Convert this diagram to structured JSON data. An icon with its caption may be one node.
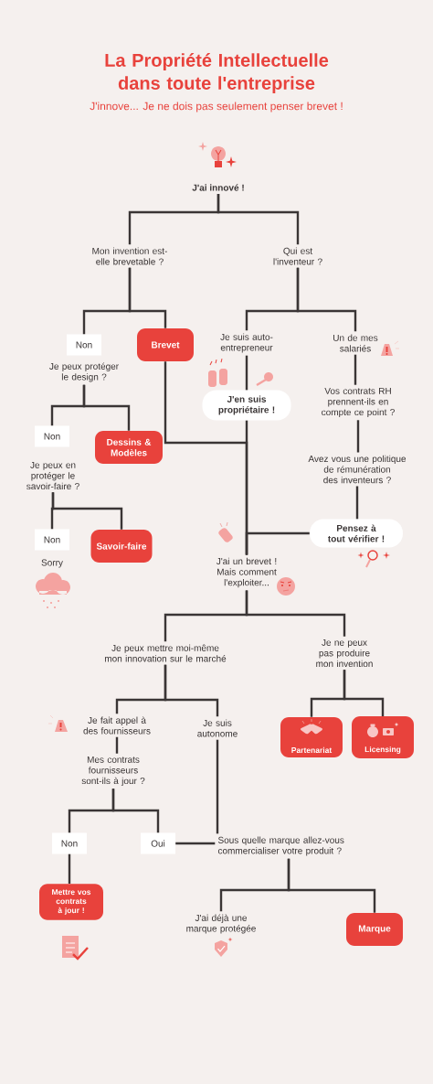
{
  "diagram": {
    "title": "La Propriété Intellectuelle dans toute l'entreprise",
    "caption": "J'innove... Je ne dois pas seulement penser brevet !",
    "nodes": [
      {
        "text": [
          "J'ai innové !"
        ]
      },
      {
        "text": [
          "Mon invention est-elle brevetable ?"
        ]
      },
      {
        "text": [
          "Qui est l'inventeur ?"
        ]
      },
      {
        "text": [
          "Non"
        ]
      },
      {
        "text": [
          "Brevet"
        ]
      },
      {
        "text": [
          "Je suis auto-entrepreneur"
        ]
      },
      {
        "text": [
          "Un de mes salariés"
        ]
      },
      {
        "text": [
          "Je peux protéger le design ?"
        ]
      },
      {
        "text": [
          "J'en suis propriétaire !"
        ]
      },
      {
        "text": [
          "Vos contrats RH prennent-ils en compte ce point ?"
        ]
      },
      {
        "text": [
          "Non"
        ]
      },
      {
        "text": [
          "Dessins & Modèles"
        ]
      },
      {
        "text": [
          "Je peux en protéger le savoir-faire ?"
        ]
      },
      {
        "text": [
          "Avez vous une politique de rémunération des inventeurs ?"
        ]
      },
      {
        "text": [
          "Non"
        ]
      },
      {
        "text": [
          "Savoir-faire"
        ]
      },
      {
        "text": [
          "Pensez à tout vérifier !"
        ]
      },
      {
        "text": [
          "Sorry"
        ]
      },
      {
        "text": [
          "J'ai un brevet ! Mais comment l'exploiter..."
        ]
      },
      {
        "text": [
          "Je peux mettre moi-même mon innovation sur le marché"
        ]
      },
      {
        "text": [
          "Je ne peux pas produire mon invention"
        ]
      },
      {
        "text": [
          "Je fait appel à des fournisseurs"
        ]
      },
      {
        "text": [
          "Je suis autonome"
        ]
      },
      {
        "text": [
          "Partenariat"
        ]
      },
      {
        "text": [
          "Licensing"
        ]
      },
      {
        "text": [
          "Mes contrats fournisseurs sont-ils à jour ?"
        ]
      },
      {
        "text": [
          "Non"
        ]
      },
      {
        "text": [
          "Oui"
        ]
      },
      {
        "text": [
          "Sous quelle marque allez-vous commercialiser votre produit ?"
        ]
      },
      {
        "text": [
          "Mettre vos contrats à jour !"
        ]
      },
      {
        "text": [
          "J'ai déjà une marque protégée"
        ]
      },
      {
        "text": [
          "Marque"
        ]
      }
    ],
    "edges": [
      {
        "from": 0,
        "to": 1,
        "arrow": "none"
      },
      {
        "from": 0,
        "to": 2,
        "arrow": "none"
      },
      {
        "from": 1,
        "to": 3,
        "arrow": "none"
      },
      {
        "from": 1,
        "to": 4,
        "arrow": "none"
      },
      {
        "from": 2,
        "to": 5,
        "arrow": "none"
      },
      {
        "from": 2,
        "to": 6,
        "arrow": "none"
      },
      {
        "from": 5,
        "to": 8,
        "arrow": "none"
      },
      {
        "from": 6,
        "to": 9,
        "arrow": "none"
      },
      {
        "from": 7,
        "to": 10,
        "arrow": "none"
      },
      {
        "from": 7,
        "to": 11,
        "arrow": "none"
      },
      {
        "from": 9,
        "to": 13,
        "arrow": "none"
      },
      {
        "from": 12,
        "to": 14,
        "arrow": "none"
      },
      {
        "from": 12,
        "to": 15,
        "arrow": "none"
      },
      {
        "from": 13,
        "to": 16,
        "arrow": "none"
      },
      {
        "from": 4,
        "to": 18,
        "arrow": "none"
      },
      {
        "from": 8,
        "to": 18,
        "arrow": "none"
      },
      {
        "from": 16,
        "to": 18,
        "arrow": "none"
      },
      {
        "from": 18,
        "to": 19,
        "arrow": "none"
      },
      {
        "from": 18,
        "to": 20,
        "arrow": "none"
      },
      {
        "from": 20,
        "to": 23,
        "arrow": "none"
      },
      {
        "from": 20,
        "to": 24,
        "arrow": "none"
      },
      {
        "from": 19,
        "to": 21,
        "arrow": "none"
      },
      {
        "from": 19,
        "to": 22,
        "arrow": "none"
      },
      {
        "from": 21,
        "to": 25,
        "arrow": "none"
      },
      {
        "from": 25,
        "to": 26,
        "arrow": "none"
      },
      {
        "from": 25,
        "to": 27,
        "arrow": "none"
      },
      {
        "from": 26,
        "to": 29,
        "arrow": "none"
      },
      {
        "from": 22,
        "to": 28,
        "arrow": "none"
      },
      {
        "from": 27,
        "to": 28,
        "arrow": "none"
      },
      {
        "from": 28,
        "to": 30,
        "arrow": "none"
      },
      {
        "from": 28,
        "to": 31,
        "arrow": "none"
      }
    ]
  }
}
